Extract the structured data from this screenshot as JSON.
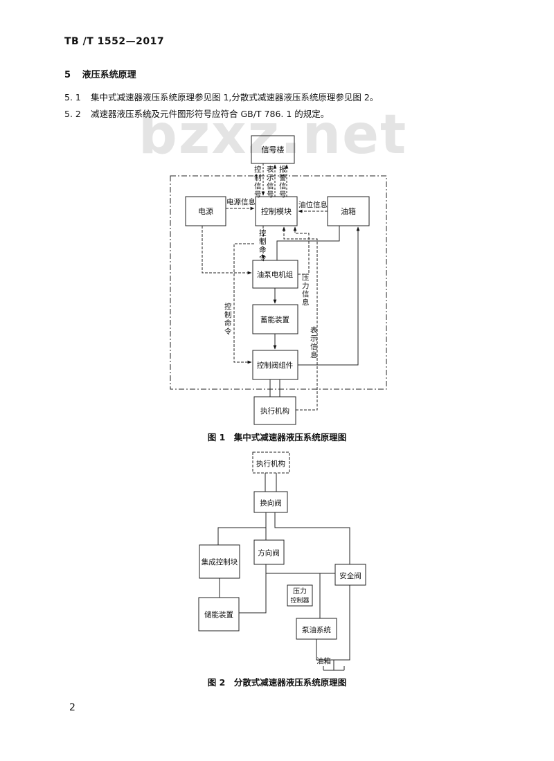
{
  "watermark": "bzxz.net",
  "header": {
    "doc_id": "TB /T 1552—2017"
  },
  "section": {
    "number": "5",
    "title": "液压系统原理"
  },
  "paragraphs": [
    {
      "number": "5. 1",
      "text": "集中式减速器液压系统原理参见图 1,分散式减速器液压系统原理参见图 2。"
    },
    {
      "number": "5. 2",
      "text": "减速器液压系统及元件图形符号应符合 GB/T 786. 1 的规定。"
    }
  ],
  "figure1": {
    "caption": "图 1　集中式减速器液压系统原理图",
    "boxes": {
      "signal_building": "信号楼",
      "power": "电源",
      "control_module": "控制模块",
      "oil_tank": "油箱",
      "pump_motor": "油泵电机组",
      "accumulator": "蓄能装置",
      "valve_assembly": "控制阀组件",
      "actuator": "执行机构"
    },
    "labels": {
      "control_signal": "控制信号",
      "indication_signal": "表示信号",
      "alarm_signal": "报警信号",
      "power_info": "电源信息",
      "oil_level_info": "油位信息",
      "control_command_a": "控制命令",
      "control_command_b": "控制命令",
      "pressure_info": "压力信息",
      "indication_info": "表示信息"
    }
  },
  "figure2": {
    "caption": "图 2　分散式减速器液压系统原理图",
    "boxes": {
      "actuator": "执行机构",
      "reversing_valve": "换向阀",
      "integrated_block": "集成控制块",
      "directional_valve": "方向阀",
      "safety_valve": "安全阀",
      "pressure_controller": "压力控制器",
      "storage_device": "储能装置",
      "pump_system": "泵油系统"
    },
    "labels": {
      "oil_tank": "油箱"
    }
  },
  "page_number": "2"
}
